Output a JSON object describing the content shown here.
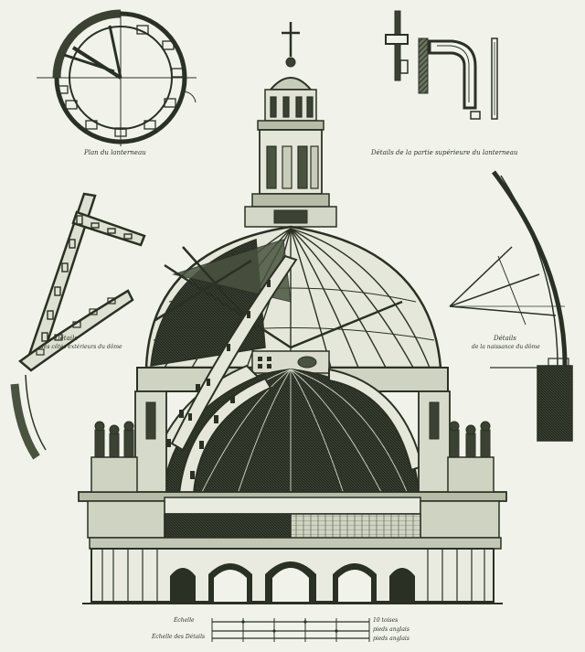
{
  "drawing": {
    "ink_color": "#2a3124",
    "paper_color": "#f1f3ea",
    "plan_caption": "Plan du lanterneau",
    "detail_top_caption": "Détails de la partie supérieure du lanterneau",
    "detail_left_caption": "Détails",
    "detail_left_sub": "des côtés extérieurs du dôme",
    "detail_right_caption": "Détails",
    "detail_right_sub": "de la naissance du dôme",
    "scale_row1": "Échelle",
    "scale_row2": "Échelle des Détails",
    "scale_end1": "10 toises",
    "scale_end2": "pieds anglais",
    "scale_end3": "pieds anglais"
  }
}
